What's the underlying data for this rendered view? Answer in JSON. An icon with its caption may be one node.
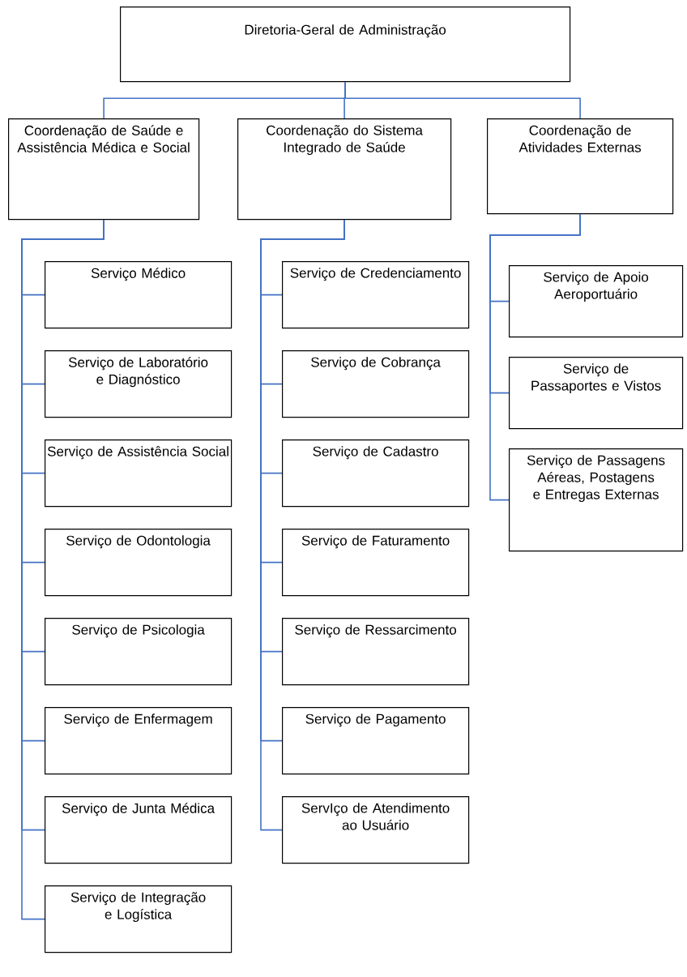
{
  "diagram": {
    "nodes": [
      {
        "text": [
          "Diretoria-Geral de Administração"
        ]
      },
      {
        "text": [
          "Coordenação de Saúde e Assistência Médica e Social"
        ]
      },
      {
        "text": [
          "Coordenação do Sistema Integrado de Saúde"
        ]
      },
      {
        "text": [
          "Coordenação de Atividades Externas"
        ]
      },
      {
        "text": [
          "Serviço Médico"
        ]
      },
      {
        "text": [
          "Serviço de Laboratório e Diagnóstico"
        ]
      },
      {
        "text": [
          "Serviço de Assistência Social"
        ]
      },
      {
        "text": [
          "Serviço de Odontologia"
        ]
      },
      {
        "text": [
          "Serviço de Psicologia"
        ]
      },
      {
        "text": [
          "Serviço de Enfermagem"
        ]
      },
      {
        "text": [
          "Serviço de Junta Médica"
        ]
      },
      {
        "text": [
          "Serviço de Integração e Logística"
        ]
      },
      {
        "text": [
          "Serviço de Credenciamento"
        ]
      },
      {
        "text": [
          "Serviço de Cobrança"
        ]
      },
      {
        "text": [
          "Serviço de Cadastro"
        ]
      },
      {
        "text": [
          "Serviço de Faturamento"
        ]
      },
      {
        "text": [
          "Serviço de Ressarcimento"
        ]
      },
      {
        "text": [
          "Serviço de Pagamento"
        ]
      },
      {
        "text": [
          "ServIço de Atendimento ao Usuário"
        ]
      },
      {
        "text": [
          "Serviço de Apoio Aeroportuário"
        ]
      },
      {
        "text": [
          "Serviço de Passaportes e Vistos"
        ]
      },
      {
        "text": [
          "Serviço de Passagens Aéreas, Postagens e Entregas Externas"
        ]
      }
    ],
    "edges": [
      {
        "from": 0,
        "to": 1,
        "arrow": "none"
      },
      {
        "from": 0,
        "to": 2,
        "arrow": "none"
      },
      {
        "from": 0,
        "to": 3,
        "arrow": "none"
      },
      {
        "from": 1,
        "to": 4,
        "arrow": "none"
      },
      {
        "from": 1,
        "to": 5,
        "arrow": "none"
      },
      {
        "from": 1,
        "to": 6,
        "arrow": "none"
      },
      {
        "from": 1,
        "to": 7,
        "arrow": "none"
      },
      {
        "from": 1,
        "to": 8,
        "arrow": "none"
      },
      {
        "from": 1,
        "to": 9,
        "arrow": "none"
      },
      {
        "from": 1,
        "to": 10,
        "arrow": "none"
      },
      {
        "from": 1,
        "to": 11,
        "arrow": "none"
      },
      {
        "from": 2,
        "to": 12,
        "arrow": "none"
      },
      {
        "from": 2,
        "to": 13,
        "arrow": "none"
      },
      {
        "from": 2,
        "to": 14,
        "arrow": "none"
      },
      {
        "from": 2,
        "to": 15,
        "arrow": "none"
      },
      {
        "from": 2,
        "to": 16,
        "arrow": "none"
      },
      {
        "from": 2,
        "to": 17,
        "arrow": "none"
      },
      {
        "from": 2,
        "to": 18,
        "arrow": "none"
      },
      {
        "from": 3,
        "to": 19,
        "arrow": "none"
      },
      {
        "from": 3,
        "to": 20,
        "arrow": "none"
      },
      {
        "from": 3,
        "to": 21,
        "arrow": "none"
      }
    ]
  }
}
